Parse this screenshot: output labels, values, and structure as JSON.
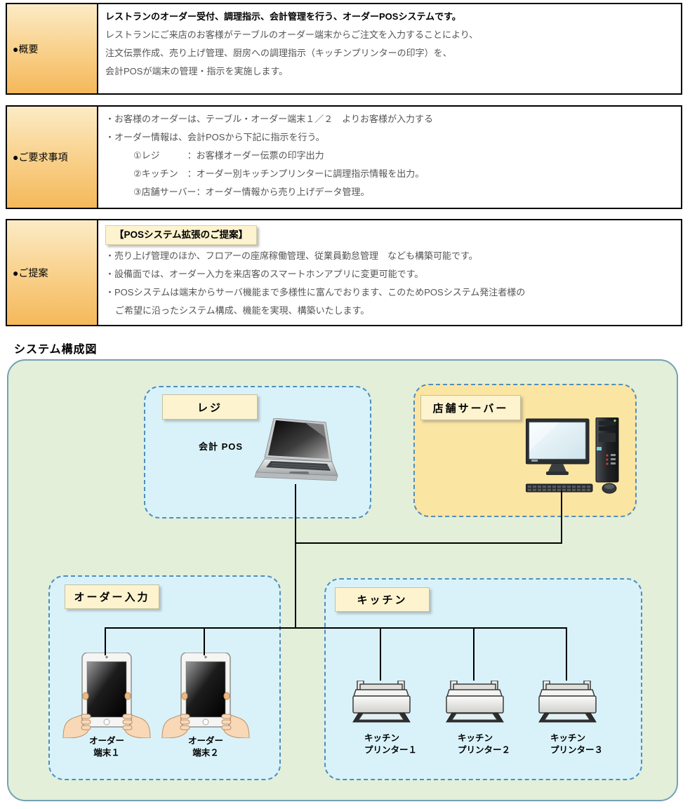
{
  "tables": [
    {
      "label": "●概要",
      "title": "レストランのオーダー受付、調理指示、会計管理を行う、オーダーPOSシステムです。",
      "lines": [
        "レストランにご来店のお客様がテーブルのオーダー端末からご注文を入力することにより、",
        "注文伝票作成、売り上げ管理、厨房への調理指示（キッチンプリンターの印字）を、",
        "会計POSが端末の管理・指示を実施します。"
      ]
    },
    {
      "label": "●ご要求事項",
      "lines": [
        "・お客様のオーダーは、テーブル・オーダー端末１／２　よりお客様が入力する",
        "・オーダー情報は、会計POSから下記に指示を行う。",
        "①レジ　　　：お客様オーダー伝票の印字出力",
        "②キッチン　：オーダー別キッチンプリンターに調理指示情報を出力。",
        "③店舗サーバー：オーダー情報から売り上げデータ管理。"
      ]
    },
    {
      "label": "●ご提案",
      "highlight": "【POSシステム拡張のご提案】",
      "lines": [
        "・売り上げ管理のほか、フロアーの座席稼働管理、従業員勤怠管理　なども構築可能です。",
        "・設備面では、オーダー入力を来店客のスマートホンアプリに変更可能です。",
        "・POSシステムは端末からサーバ機能まで多様性に富んでおります、このためPOSシステム発注者様の",
        "ご希望に沿ったシステム構成、機能を実現、構築いたします。"
      ]
    }
  ],
  "diagram": {
    "heading": "システム構成図",
    "register_group": {
      "label": "レジ",
      "device": "会計 POS"
    },
    "server_group": {
      "label": "店舗サーバー"
    },
    "order_group": {
      "label": "オーダー入力",
      "devices": [
        {
          "line1": "オーダー",
          "line2": "端末１"
        },
        {
          "line1": "オーダー",
          "line2": "端末２"
        }
      ]
    },
    "kitchen_group": {
      "label": "キッチン",
      "devices": [
        {
          "line1": "キッチン",
          "line2": "プリンター１"
        },
        {
          "line1": "キッチン",
          "line2": "プリンター２"
        },
        {
          "line1": "キッチン",
          "line2": "プリンター３"
        }
      ]
    },
    "colors": {
      "canvas_green": "#e3efd9",
      "group_cyan": "#d9f2f9",
      "group_yellow": "#fbe5a3",
      "label_cream": "#fdf3cf",
      "header_gradient_top": "#fcebc6",
      "header_gradient_bottom": "#f5b85a",
      "dashed_border_blue": "#4e8fbe",
      "connection_line": "#000000"
    }
  }
}
